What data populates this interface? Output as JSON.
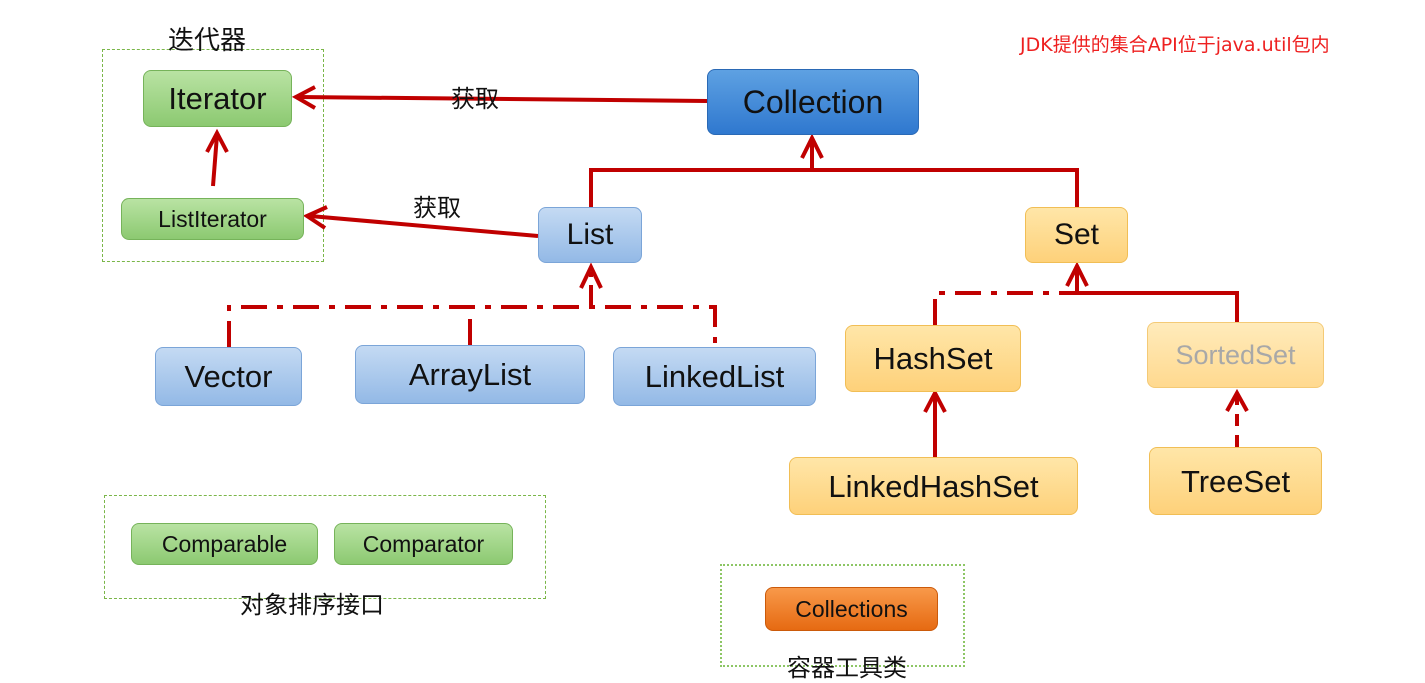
{
  "note": {
    "text": "JDK提供的集合API位于java.util包内",
    "color": "#ee2020"
  },
  "groups": {
    "iterators": {
      "label": "迭代器"
    },
    "sorting": {
      "label": "对象排序接口"
    },
    "utilities": {
      "label": "容器工具类"
    }
  },
  "edge_labels": {
    "collection_to_iterator": "获取",
    "list_to_listiterator": "获取"
  },
  "nodes": {
    "collection": "Collection",
    "iterator": "Iterator",
    "listiterator": "ListIterator",
    "list": "List",
    "set": "Set",
    "vector": "Vector",
    "arraylist": "ArrayList",
    "linkedlist": "LinkedList",
    "hashset": "HashSet",
    "sortedset": "SortedSet",
    "linkedhashset": "LinkedHashSet",
    "treeset": "TreeSet",
    "comparable": "Comparable",
    "comparator": "Comparator",
    "collections": "Collections"
  },
  "colors": {
    "connector": "#c00000",
    "interface_blue": "#2f78cf",
    "class_blue": "#93b9e6",
    "set_yellow": "#fed17a",
    "iterator_green": "#8cc971",
    "utility_orange": "#e66a12"
  }
}
